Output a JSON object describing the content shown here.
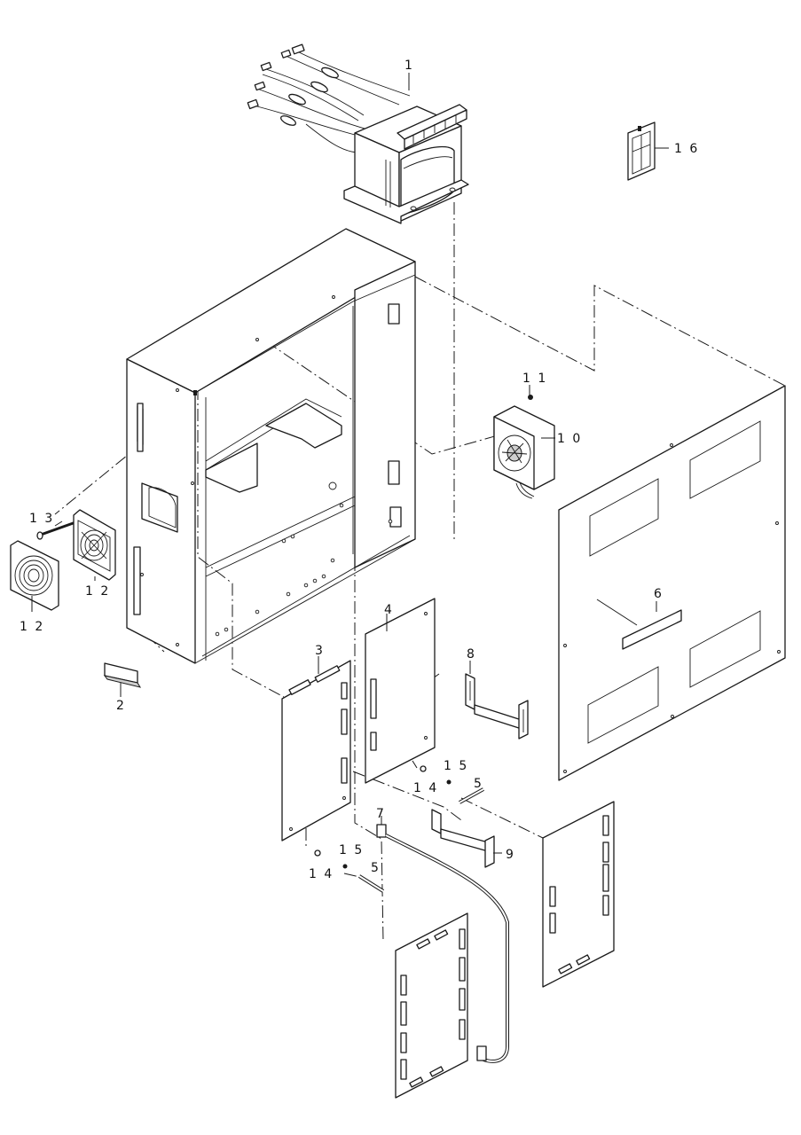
{
  "callouts": {
    "c1": "1",
    "c2": "2",
    "c3": "3",
    "c4": "4",
    "c5a": "5",
    "c5b": "5",
    "c6": "6",
    "c7": "7",
    "c8": "8",
    "c9": "9",
    "c10": "1 0",
    "c11": "1 1",
    "c12a": "1 2",
    "c12b": "1 2",
    "c13": "1 3",
    "c14a": "1 4",
    "c14b": "1 4",
    "c15a": "1 5",
    "c15b": "1 5",
    "c16": "1 6"
  },
  "colors": {
    "line": "#1a1a1a",
    "background": "#ffffff",
    "shade": "#cfcfcf"
  }
}
